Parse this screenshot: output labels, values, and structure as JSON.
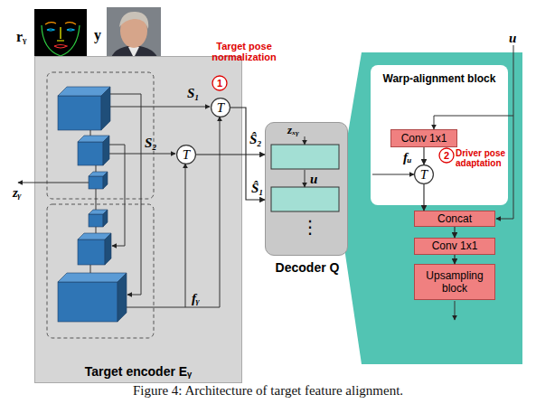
{
  "diagram": {
    "caption": "Figure 4: Architecture of target feature alignment.",
    "nodes": [
      {
        "text": [
          "Target encoder Eᵧ"
        ]
      },
      {
        "text": [
          "T"
        ],
        "in": 0
      },
      {
        "text": [
          "T"
        ],
        "in": 0
      },
      {
        "text": [
          "Decoder Q"
        ]
      },
      {
        "text": [
          "Warp-alignment block"
        ]
      },
      {
        "text": [
          "Conv 1x1"
        ],
        "in": 4
      },
      {
        "text": [
          "T"
        ],
        "in": 4
      },
      {
        "text": [
          "Concat"
        ]
      },
      {
        "text": [
          "Conv 1x1"
        ]
      },
      {
        "text": [
          "Upsampling block"
        ]
      }
    ],
    "edges": [
      {
        "from": 1,
        "to": 3,
        "label": "Ŝ₁",
        "arrow": "to"
      },
      {
        "from": 2,
        "to": 3,
        "label": "Ŝ₂",
        "arrow": "to"
      },
      {
        "from": 5,
        "to": 6,
        "label": "fᵤ",
        "arrow": "to"
      },
      {
        "from": 6,
        "to": 7,
        "arrow": "to"
      },
      {
        "from": 7,
        "to": 8,
        "arrow": "to"
      },
      {
        "from": 8,
        "to": 9,
        "arrow": "to"
      }
    ],
    "labels": [
      "rᵧ",
      "y",
      "Target pose normalization",
      "1",
      "S₁",
      "S₂",
      "zᵧ",
      "fᵧ",
      "zₓᵧ",
      "u",
      "⋮",
      "u",
      "2",
      "Driver pose adaptation"
    ]
  }
}
